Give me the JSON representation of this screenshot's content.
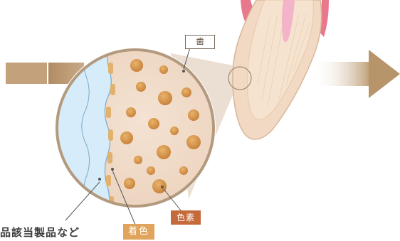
{
  "labels": {
    "tooth": "歯",
    "product": "品該当製品など",
    "stain": "着色",
    "pigment": "色素"
  },
  "colors": {
    "arrow": "#b89468",
    "enamel": "#f3dcc7",
    "gum": "#e9788e",
    "film": "#cfe8f7",
    "particle": "#d99a4e",
    "stain_badge": "#e0a45c",
    "pigment_badge": "#c56a3a"
  }
}
